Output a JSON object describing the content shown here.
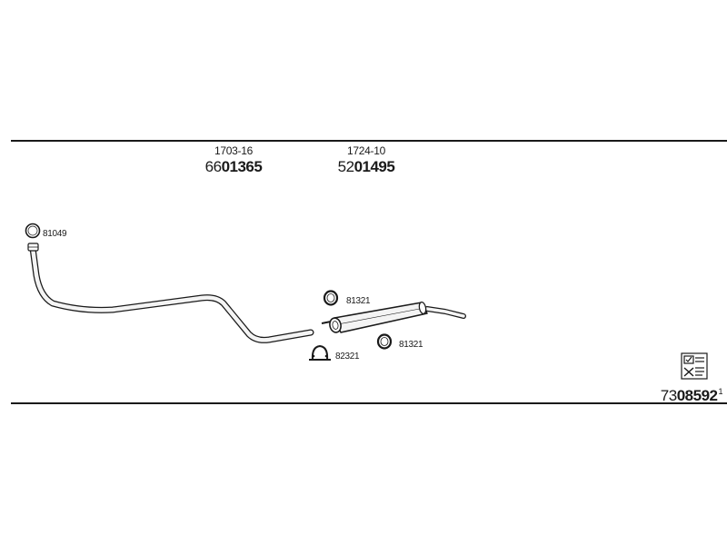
{
  "parts": {
    "front_pipe": {
      "ref": "1703-16",
      "prefix": "66",
      "main": "01365"
    },
    "rear_silencer": {
      "ref": "1724-10",
      "prefix": "52",
      "main": "01495"
    }
  },
  "callouts": {
    "gasket_front": "81049",
    "ring_upper": "81321",
    "ring_lower": "81321",
    "clamp": "82321"
  },
  "document": {
    "prefix": "73",
    "main": "08592",
    "suffix": "1",
    "icon": "document-check-icon"
  },
  "colors": {
    "line": "#1a1a1a",
    "pipe_fill": "#f4f4f4",
    "background": "#ffffff"
  }
}
